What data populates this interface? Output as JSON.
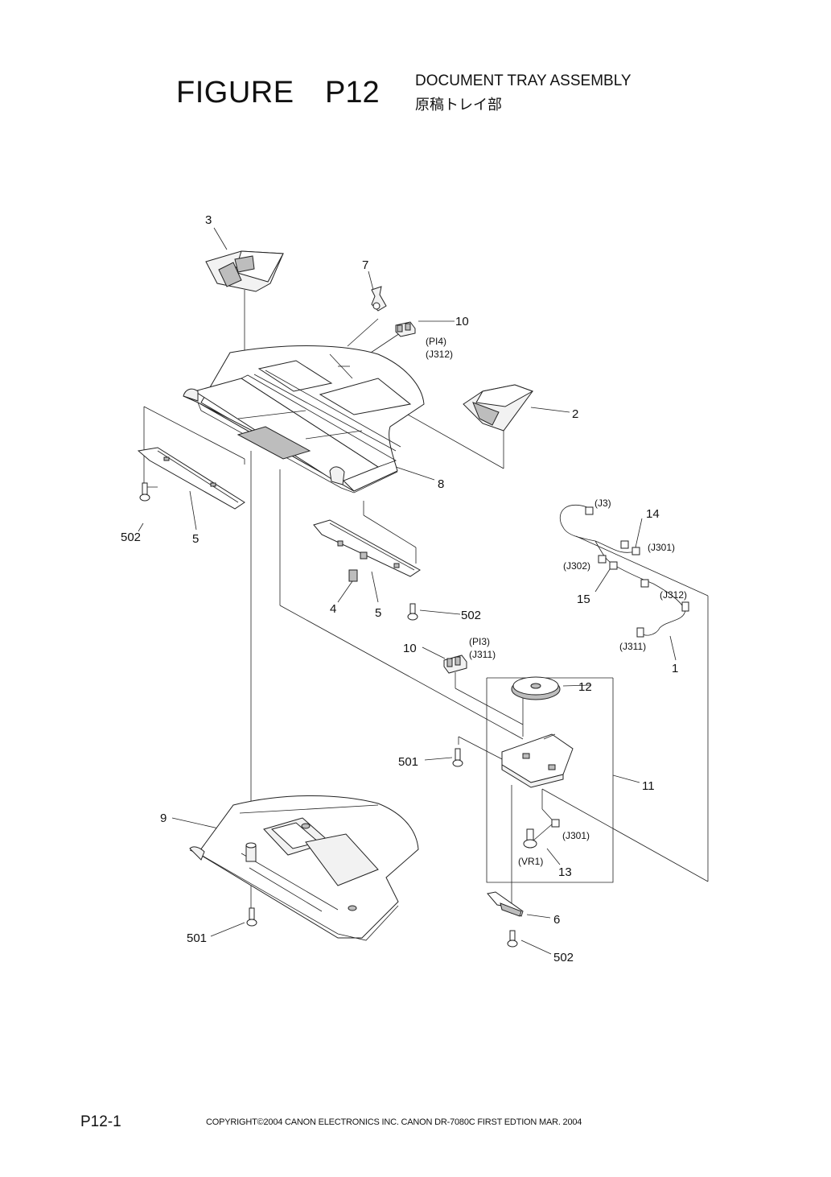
{
  "header": {
    "figure_label": "FIGURE",
    "figure_number": "P12",
    "title_en": "DOCUMENT TRAY ASSEMBLY",
    "title_jp": "原稿トレイ部"
  },
  "callouts": [
    {
      "id": "c3",
      "text": "3"
    },
    {
      "id": "c7",
      "text": "7"
    },
    {
      "id": "c10a",
      "text": "10"
    },
    {
      "id": "c2",
      "text": "2"
    },
    {
      "id": "c8",
      "text": "8"
    },
    {
      "id": "c502a",
      "text": "502"
    },
    {
      "id": "c5a",
      "text": "5"
    },
    {
      "id": "c4",
      "text": "4"
    },
    {
      "id": "c5b",
      "text": "5"
    },
    {
      "id": "c502b",
      "text": "502"
    },
    {
      "id": "c10b",
      "text": "10"
    },
    {
      "id": "c14",
      "text": "14"
    },
    {
      "id": "c15",
      "text": "15"
    },
    {
      "id": "c1",
      "text": "1"
    },
    {
      "id": "c12",
      "text": "12"
    },
    {
      "id": "c501a",
      "text": "501"
    },
    {
      "id": "c11",
      "text": "11"
    },
    {
      "id": "c9",
      "text": "9"
    },
    {
      "id": "c13",
      "text": "13"
    },
    {
      "id": "c6",
      "text": "6"
    },
    {
      "id": "c501b",
      "text": "501"
    },
    {
      "id": "c502c",
      "text": "502"
    }
  ],
  "signal_labels": [
    {
      "id": "s_pi4",
      "text": "(PI4)"
    },
    {
      "id": "s_j312a",
      "text": "(J312)"
    },
    {
      "id": "s_j3",
      "text": "(J3)"
    },
    {
      "id": "s_j301a",
      "text": "(J301)"
    },
    {
      "id": "s_j302",
      "text": "(J302)"
    },
    {
      "id": "s_j312b",
      "text": "(J312)"
    },
    {
      "id": "s_j311a",
      "text": "(J311)"
    },
    {
      "id": "s_pi3",
      "text": "(PI3)"
    },
    {
      "id": "s_j311b",
      "text": "(J311)"
    },
    {
      "id": "s_j301b",
      "text": "(J301)"
    },
    {
      "id": "s_vr1",
      "text": "(VR1)"
    }
  ],
  "footer": {
    "page_id": "P12-1",
    "copyright": "COPYRIGHT©2004 CANON ELECTRONICS INC.   CANON  DR-7080C  FIRST EDTION  MAR.  2004"
  }
}
